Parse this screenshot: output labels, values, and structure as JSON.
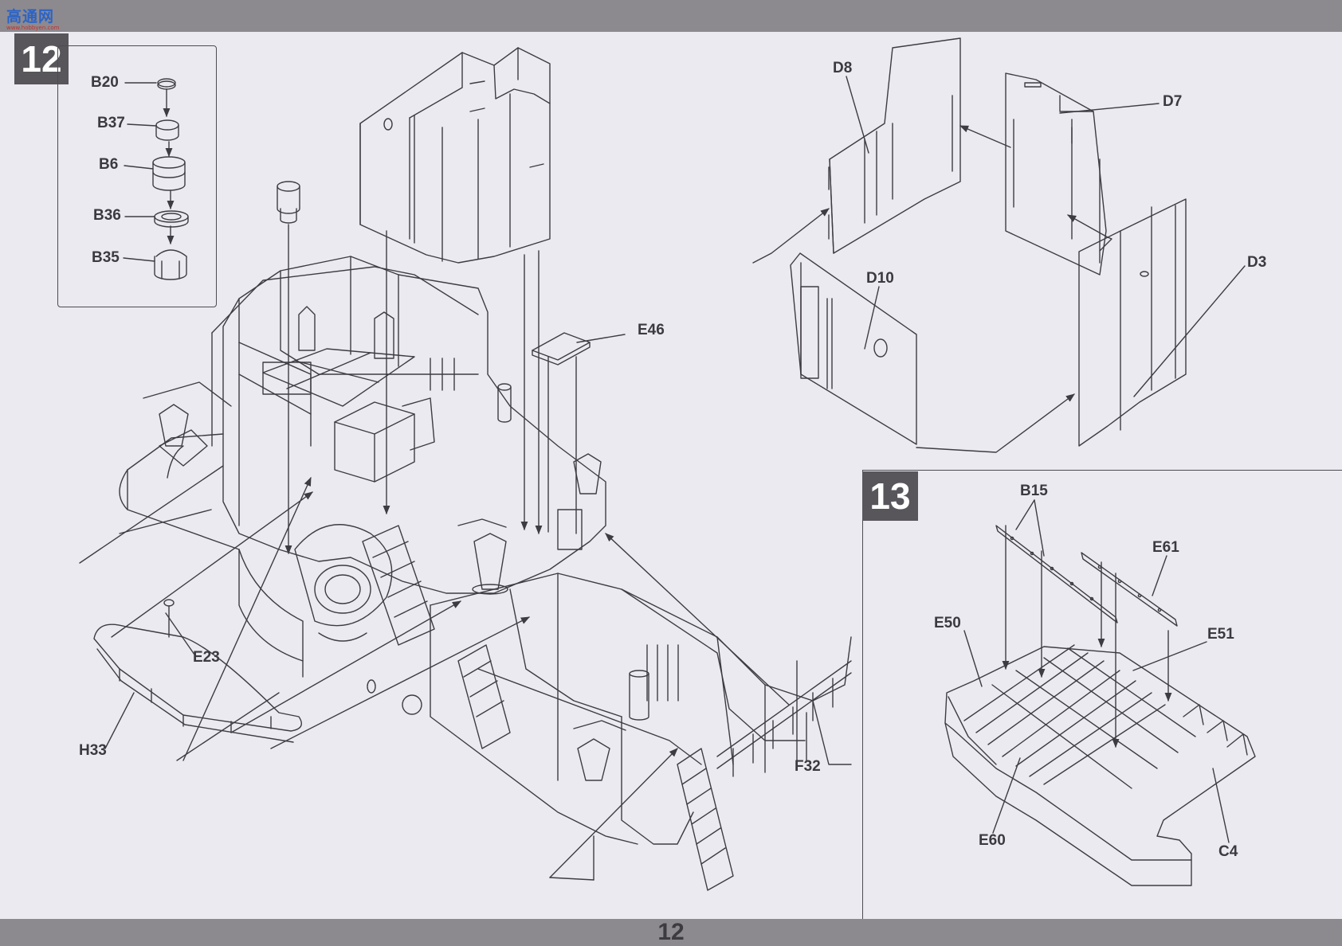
{
  "header": {
    "logo_text": "高通网",
    "logo_subtext": "www.hobbyen.com"
  },
  "page_number": "12",
  "steps": [
    {
      "number": "12",
      "inset_parts": [
        "B20",
        "B37",
        "B6",
        "B36",
        "B35"
      ],
      "callouts": [
        "E46",
        "E23",
        "H33",
        "F32",
        "D8",
        "D7",
        "D3",
        "D10"
      ]
    },
    {
      "number": "13",
      "callouts": [
        "B15",
        "E61",
        "E50",
        "E51",
        "E60",
        "C4"
      ]
    }
  ],
  "colors": {
    "line": "#3d3c42",
    "background": "#ebeaf0",
    "bar": "#8c8a8f",
    "badge": "#58565b"
  }
}
